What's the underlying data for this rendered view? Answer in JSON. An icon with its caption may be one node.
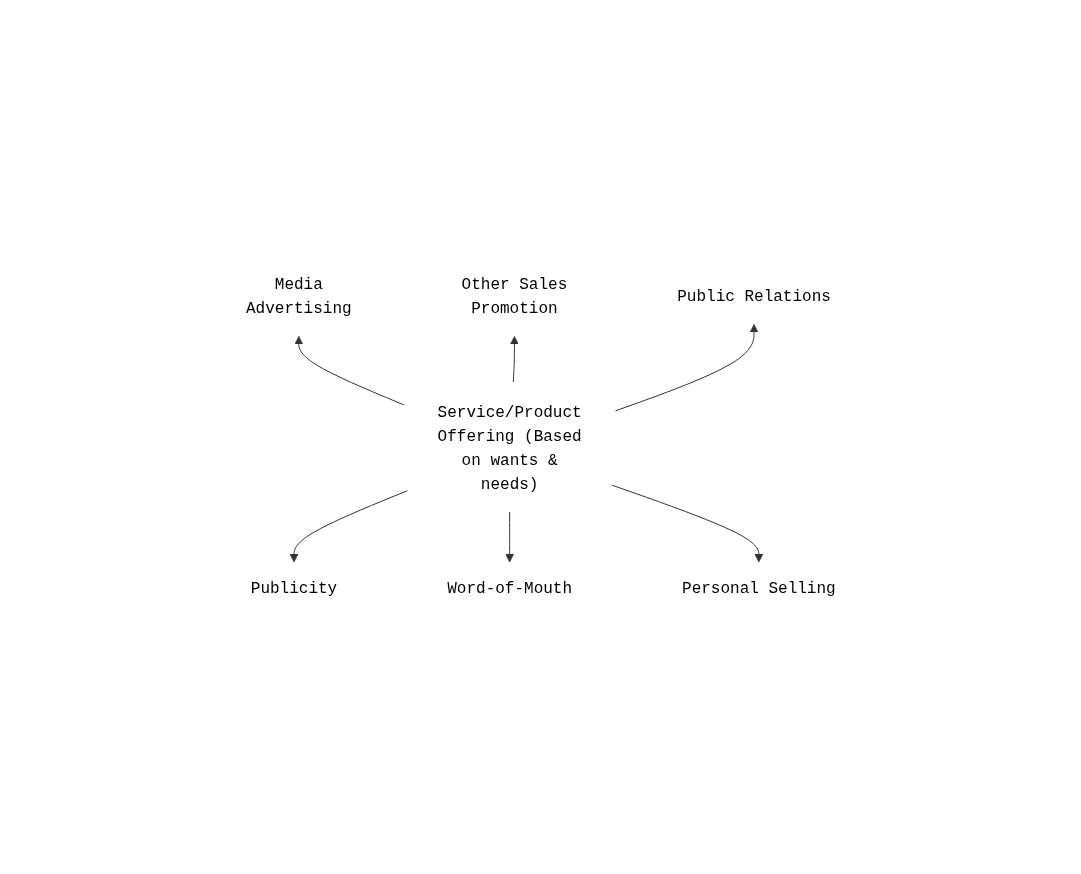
{
  "diagram": {
    "nodes": [
      {
        "text": [
          "Other Sales Promotion"
        ]
      },
      {
        "text": [
          "Public Relations"
        ]
      },
      {
        "text": [
          "Media Advertising"
        ]
      },
      {
        "text": [
          "Service/Product Offering (Based on wants & needs)"
        ]
      },
      {
        "text": [
          "Publicity"
        ]
      },
      {
        "text": [
          "Personal Selling"
        ]
      },
      {
        "text": [
          "Word-of-Mouth"
        ]
      }
    ],
    "edges": [
      {
        "from": 3,
        "to": 2,
        "arrow": "to"
      },
      {
        "from": 3,
        "to": 0,
        "arrow": "to"
      },
      {
        "from": 3,
        "to": 1,
        "arrow": "to"
      },
      {
        "from": 3,
        "to": 4,
        "arrow": "to"
      },
      {
        "from": 3,
        "to": 6,
        "arrow": "to"
      },
      {
        "from": 3,
        "to": 5,
        "arrow": "to"
      }
    ]
  }
}
